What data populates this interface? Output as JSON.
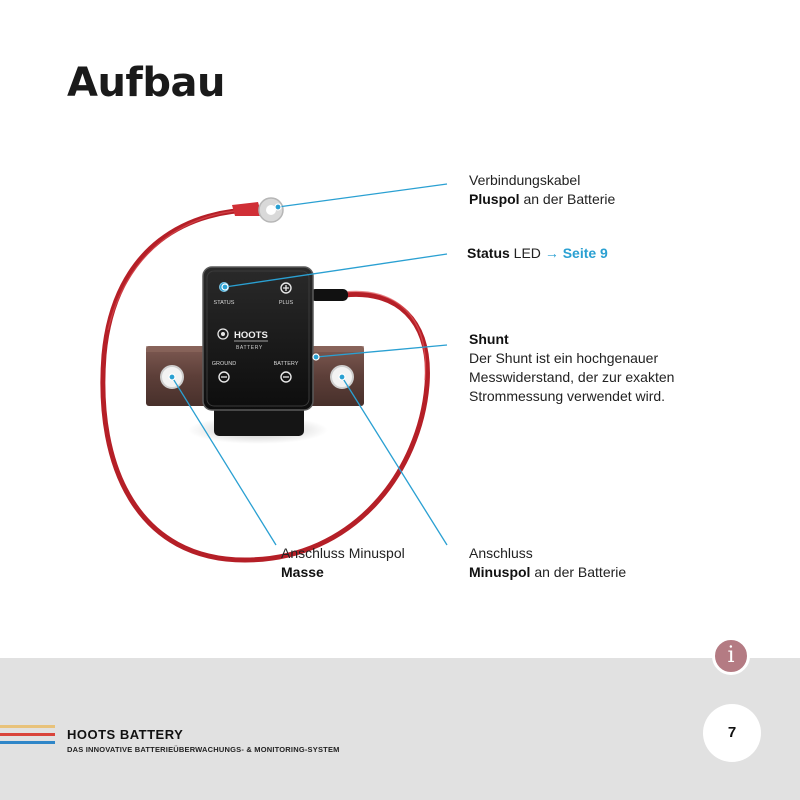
{
  "page": {
    "title": "Aufbau",
    "page_number": "7",
    "info_icon_glyph": "i"
  },
  "labels": {
    "cable_line1": "Verbindungskabel",
    "cable_bold": "Pluspol",
    "cable_rest": " an der Batterie",
    "status_bold": "Status",
    "status_rest": " LED ",
    "status_link": "→ Seite 9",
    "shunt_title": "Shunt",
    "shunt_desc": "Der Shunt ist ein hochgenauer Messwiderstand, der zur exakten Strommessung verwendet wird.",
    "ground_line1": "Anschluss Minuspol",
    "ground_bold": "Masse",
    "battery_line1": "Anschluss",
    "battery_bold": "Minuspol",
    "battery_rest": " an der Batterie"
  },
  "device": {
    "label_status": "STATUS",
    "label_plus": "PLUS",
    "label_ground": "GROUND",
    "label_battery": "BATTERY",
    "brand": "HOOTS",
    "brand_sub": "BATTERY"
  },
  "footer": {
    "brand": "HOOTS BATTERY",
    "tagline": "DAS INNOVATIVE BATTERIEÜBERWACHUNGS- & MONITORING-SYSTEM"
  },
  "colors": {
    "accent_blue": "#2aa0d2",
    "cable_red": "#c0232b",
    "info_badge": "#b47b83",
    "stripe_gold": "#e8c27a",
    "stripe_red": "#d9443a",
    "stripe_blue": "#2f86c8"
  }
}
